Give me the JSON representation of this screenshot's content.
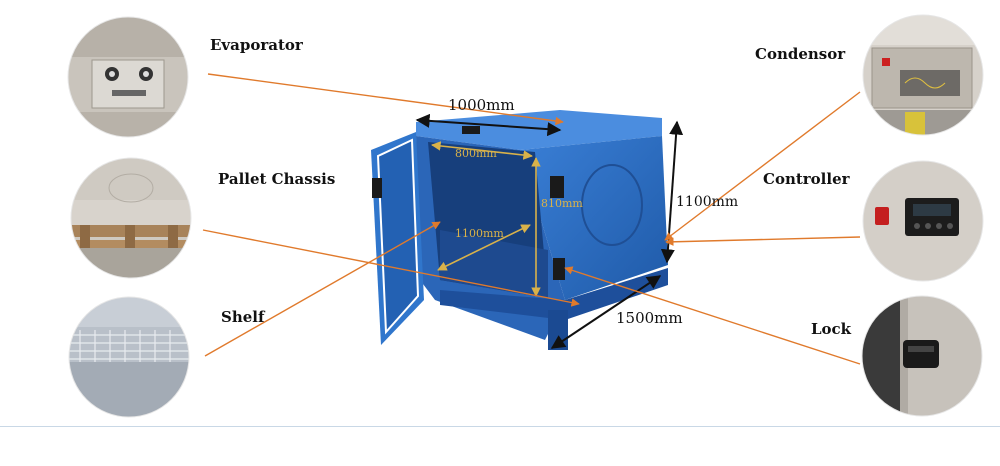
{
  "callouts": {
    "evaporator": "Evaporator",
    "pallet_chassis": "Pallet Chassis",
    "shelf": "Shelf",
    "condensor": "Condensor",
    "controller": "Controller",
    "lock": "Lock"
  },
  "dimensions": {
    "outer_width": "1000mm",
    "outer_height": "1100mm",
    "outer_depth": "1500mm",
    "inner_width": "800mm",
    "inner_height": "810mm",
    "inner_depth": "1100mm"
  },
  "colors": {
    "container_blue": "#2f6fc4",
    "leader_orange": "#e07a2c",
    "inner_dim_gold": "#d9b24a"
  }
}
